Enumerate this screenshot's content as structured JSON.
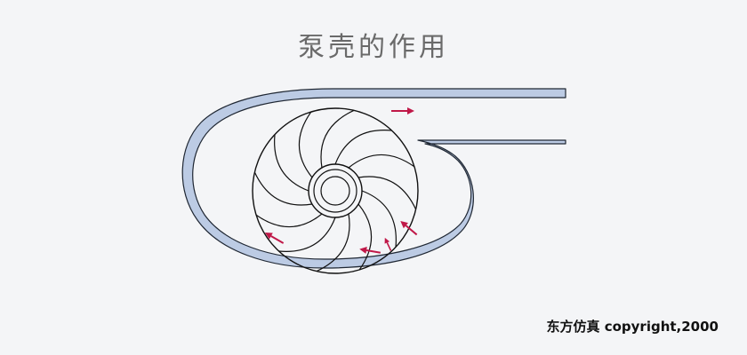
{
  "title": "泵壳的作用",
  "copyright": "东方仿真 copyright,2000",
  "colors": {
    "background": "#f4f5f7",
    "casing_fill": "#bccbe4",
    "casing_stroke": "#1f2733",
    "impeller_stroke": "#111111",
    "flow_arrow": "#c01848"
  },
  "diagram": {
    "impeller_blade_count": 12,
    "flow_arrow_count": 5
  }
}
